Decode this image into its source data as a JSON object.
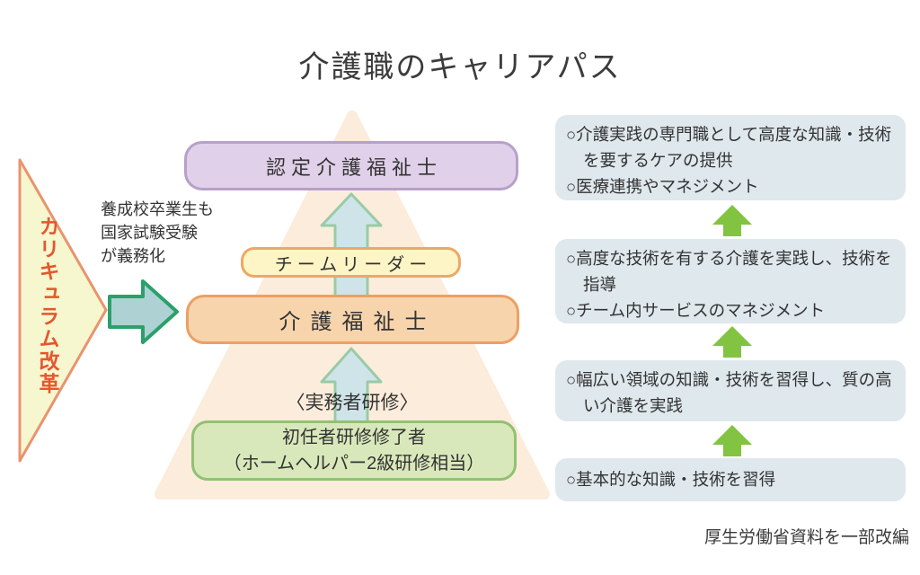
{
  "title": "介護職のキャリアパス",
  "caption": "厚生労働省資料を一部改編",
  "curriculum_banner": {
    "label": "カリキュラム改革"
  },
  "side_note": {
    "lines": [
      "養成校卒業生も",
      "国家試験受験",
      "が義務化"
    ]
  },
  "pyramid": {
    "certified_label": "認定介護福祉士",
    "team_leader_label": "チームリーダー",
    "care_worker_label": "介護福祉士",
    "training_label": "〈実務者研修〉",
    "entry_lines": [
      "初任者研修修了者",
      "（ホームヘルパー2級研修相当）"
    ]
  },
  "right_blocks": [
    {
      "lines": [
        "○介護実践の専門職として高度な知識・技術",
        "を要するケアの提供",
        "○医療連携やマネジメント"
      ]
    },
    {
      "lines": [
        "○高度な技術を有する介護を実践し、技術を",
        "指導",
        "○チーム内サービスのマネジメント"
      ]
    },
    {
      "lines": [
        "○幅広い領域の知識・技術を習得し、質の高",
        "い介護を実践"
      ]
    },
    {
      "lines": [
        "○基本的な知識・技術を習得"
      ]
    }
  ],
  "colors": {
    "banner_fill": "#f6f6cf",
    "banner_border": "#e8946e",
    "banner_text": "#e4572e",
    "promote_arrow_fill": "#aed2d4",
    "promote_arrow_border": "#2aa06b",
    "pyramid_fill": "#fcecdb",
    "level_arrow_fill": "#cfe4e9",
    "level_arrow_border": "#98cba7",
    "certified_fill": "#e0d0e9",
    "certified_border": "#b7a0c9",
    "team_leader_fill": "#fdf5c6",
    "team_leader_border": "#eca868",
    "care_worker_fill": "#f8d4ac",
    "care_worker_border": "#eba063",
    "entry_fill": "#d9e8ba",
    "entry_border": "#90c172",
    "right_block_bg": "#dfe8ed",
    "green_arrow": "#82c341",
    "text": "#333333"
  }
}
